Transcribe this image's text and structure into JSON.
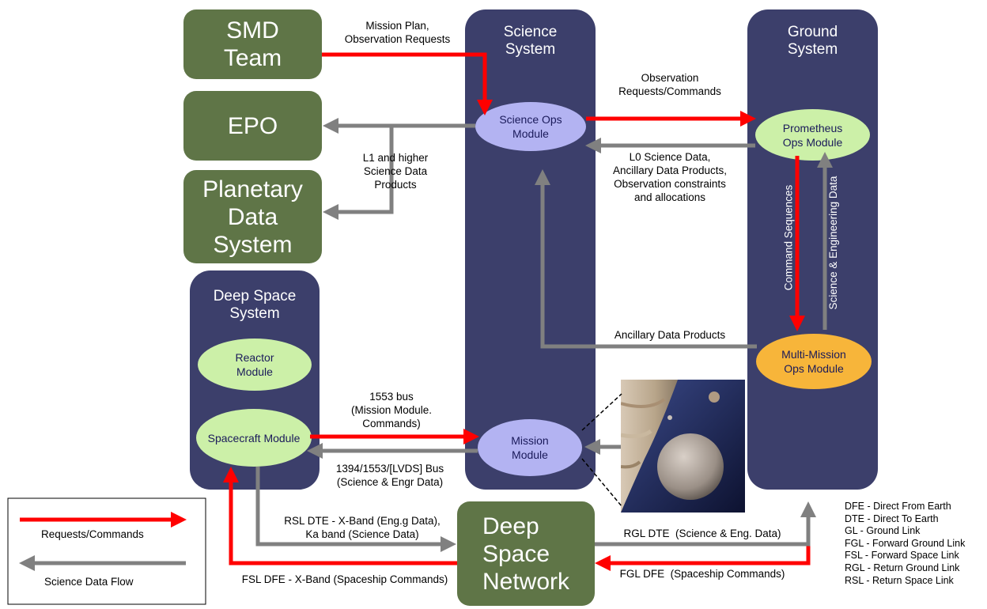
{
  "boxes": {
    "smd": "SMD\nTeam",
    "epo": "EPO",
    "pds": "Planetary\nData\nSystem",
    "dsn": "Deep\nSpace\nNetwork"
  },
  "columns": {
    "science": "Science\nSystem",
    "ground": "Ground\nSystem",
    "deep_space": "Deep Space\nSystem"
  },
  "modules": {
    "science_ops": "Science Ops\nModule",
    "prometheus_ops": "Prometheus\nOps Module",
    "mission": "Mission\nModule",
    "reactor": "Reactor\nModule",
    "spacecraft": "Spacecraft Module",
    "multi_mission": "Multi-Mission\nOps Module"
  },
  "flows": {
    "mission_plan": "Mission Plan,\nObservation Requests",
    "obs_requests": "Observation\nRequests/Commands",
    "l1_products": "L1 and higher\nScience Data\nProducts",
    "l0_data": "L0 Science Data,\nAncillary Data Products,\nObservation constraints\nand allocations",
    "command_sequences": "Command Sequences",
    "sci_eng_data": "Science & Engineering\nData",
    "ancillary": "Ancillary Data Products",
    "bus_1553": "1553 bus\n(Mission Module.\nCommands)",
    "bus_1394": "1394/1553/[LVDS] Bus\n(Science & Engr Data)",
    "rsl_dte": "RSL DTE - X-Band (Eng.g Data),\nKa band (Science Data)",
    "fsl_dfe": "FSL DFE - X-Band (Spaceship Commands)",
    "rgl_dte": "RGL DTE  (Science & Eng. Data)",
    "fgl_dfe": "FGL DFE  (Spaceship Commands)"
  },
  "legend": {
    "requests": "Requests/Commands",
    "science": "Science Data Flow"
  },
  "abbreviations": [
    "DFE - Direct From Earth",
    "DTE - Direct To Earth",
    "GL - Ground Link",
    "FGL - Forward Ground Link",
    "FSL - Forward Space Link",
    "RGL - Return Ground Link",
    "RSL - Return Space Link"
  ],
  "colors": {
    "request_arrow": "#ff0000",
    "science_arrow": "#808080",
    "green_box": "#5f7547",
    "navy_column": "#3c3f6b",
    "lavender_module": "#b3b3f2",
    "green_module": "#ccf0a8",
    "orange_module": "#f7b53a"
  }
}
